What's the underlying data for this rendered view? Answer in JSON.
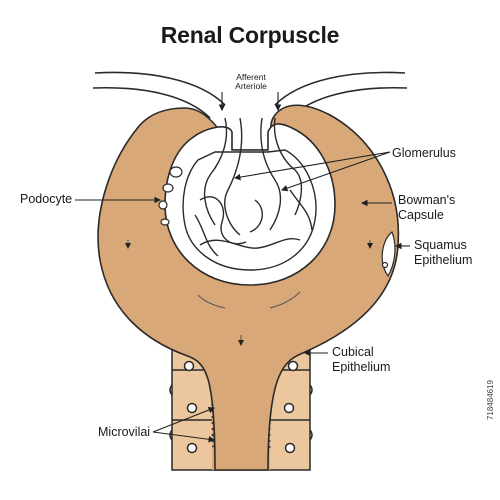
{
  "title": "Renal Corpuscle",
  "labels": {
    "afferent_line1": "Afferent",
    "afferent_line2": "Arteriole",
    "glomerulus": "Glomerulus",
    "podocyte": "Podocyte",
    "bowmans_line1": "Bowman's",
    "bowmans_line2": "Capsule",
    "squamus_line1": "Squamus",
    "squamus_line2": "Epithelium",
    "cubical_line1": "Cubical",
    "cubical_line2": "Epithelium",
    "microvilai": "Microvilai"
  },
  "watermark": "718484619",
  "colors": {
    "tissue": "#d9a878",
    "tissue_light": "#ecc69d",
    "outline": "#2a2a2a",
    "background": "#ffffff"
  }
}
